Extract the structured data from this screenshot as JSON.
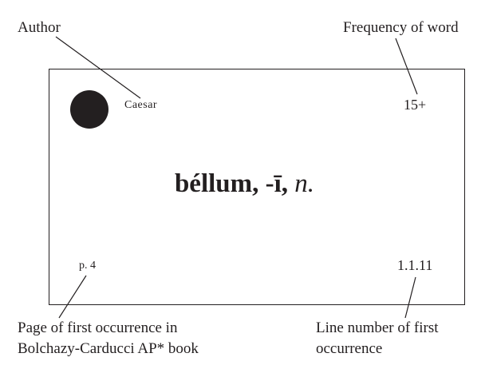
{
  "labels": {
    "author": "Author",
    "frequency": "Frequency of word",
    "page_line1": "Page of first occurrence in",
    "page_line2": "Bolchazy-Carducci AP* book",
    "line_line1": "Line number of first",
    "line_line2": "occurrence"
  },
  "card": {
    "author_name": "Caesar",
    "frequency": "15+",
    "headword": "béllum, -ī,",
    "gender": "n.",
    "page": "p. 4",
    "line": "1.1.11"
  },
  "colors": {
    "ink": "#231f20",
    "background": "#ffffff"
  }
}
